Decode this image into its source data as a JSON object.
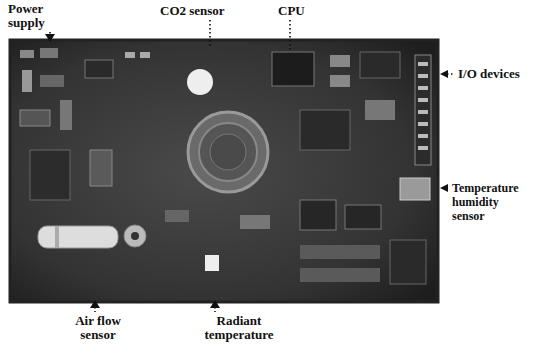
{
  "diagram": {
    "labels": [
      "Power supply",
      "CO2 sensor",
      "CPU",
      "I/O devices",
      "Temperature humidity sensor",
      "Air flow sensor",
      "Radiant temperature"
    ]
  }
}
